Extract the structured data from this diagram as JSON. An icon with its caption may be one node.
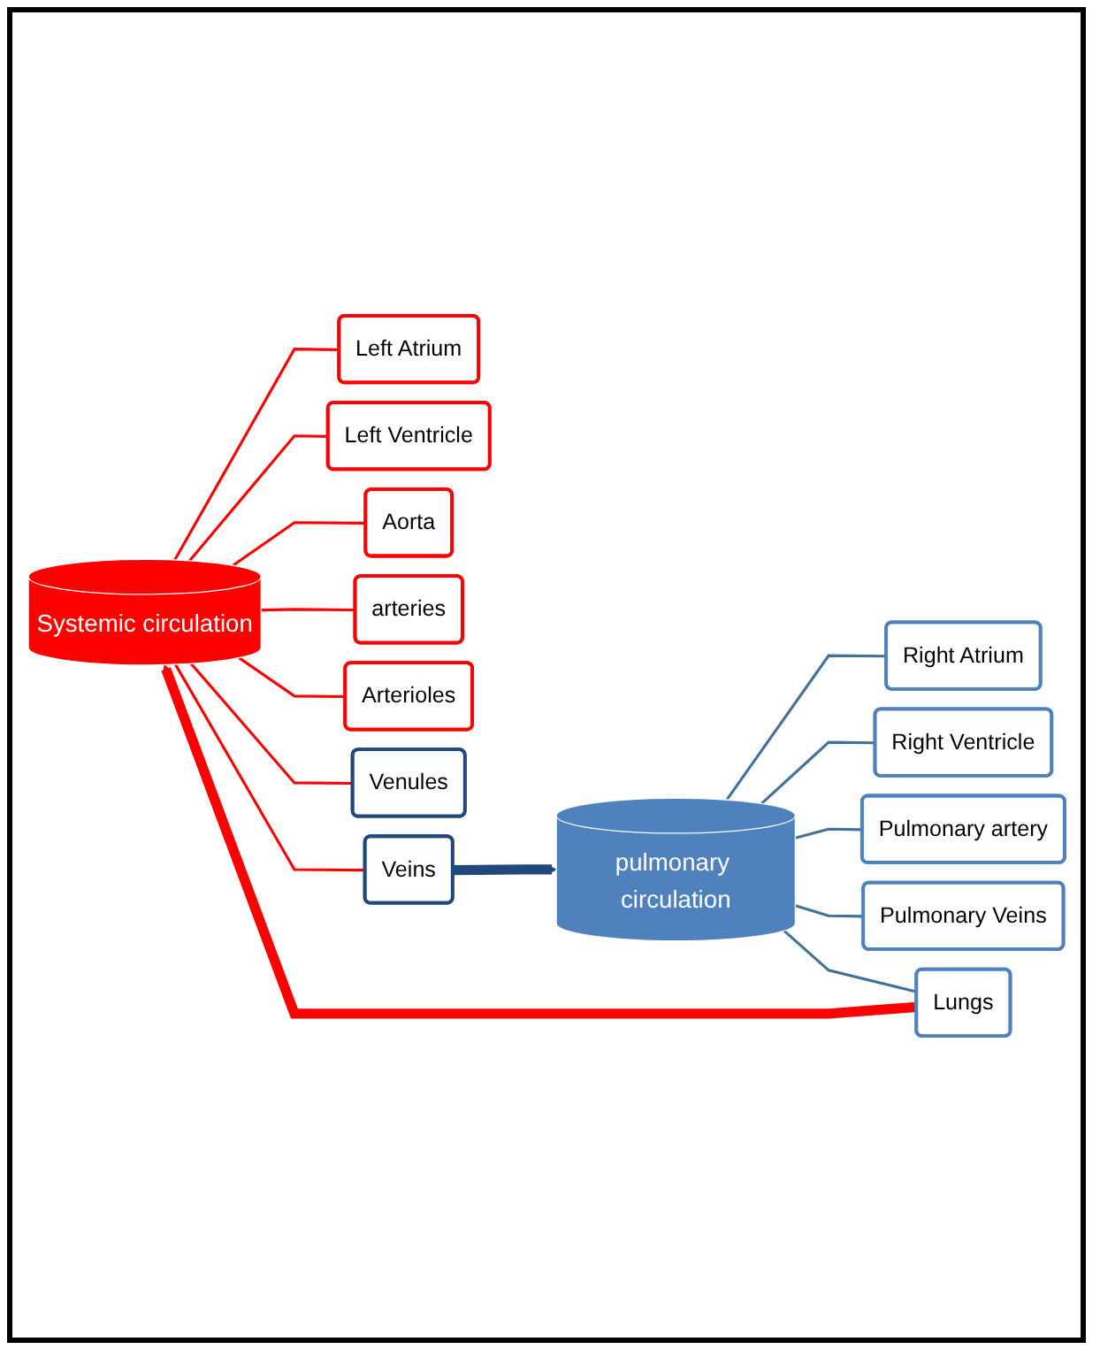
{
  "diagram": {
    "nodes": [
      {
        "text": [
          "Systemic circulation"
        ]
      },
      {
        "text": [
          "Left Atrium"
        ]
      },
      {
        "text": [
          "Left Ventricle"
        ]
      },
      {
        "text": [
          "Aorta"
        ]
      },
      {
        "text": [
          "arteries"
        ]
      },
      {
        "text": [
          "Arterioles"
        ]
      },
      {
        "text": [
          "Venules"
        ]
      },
      {
        "text": [
          "Veins"
        ]
      },
      {
        "text": [
          "pulmonary circulation"
        ]
      },
      {
        "text": [
          "Right Atrium"
        ]
      },
      {
        "text": [
          "Right Ventricle"
        ]
      },
      {
        "text": [
          "Pulmonary artery"
        ]
      },
      {
        "text": [
          "Pulmonary  Veins"
        ]
      },
      {
        "text": [
          "Lungs"
        ]
      }
    ],
    "edges": [
      {
        "from": 0,
        "to": 1,
        "arrow": "none"
      },
      {
        "from": 0,
        "to": 2,
        "arrow": "none"
      },
      {
        "from": 0,
        "to": 3,
        "arrow": "none"
      },
      {
        "from": 0,
        "to": 4,
        "arrow": "none"
      },
      {
        "from": 0,
        "to": 5,
        "arrow": "none"
      },
      {
        "from": 0,
        "to": 6,
        "arrow": "none"
      },
      {
        "from": 0,
        "to": 7,
        "arrow": "none"
      },
      {
        "from": 7,
        "to": 8,
        "arrow": "to",
        "style": "thick",
        "color": "#1f497d"
      },
      {
        "from": 8,
        "to": 9,
        "arrow": "none",
        "color": "#41719c"
      },
      {
        "from": 8,
        "to": 10,
        "arrow": "none",
        "color": "#41719c"
      },
      {
        "from": 8,
        "to": 11,
        "arrow": "none",
        "color": "#41719c"
      },
      {
        "from": 8,
        "to": 12,
        "arrow": "none",
        "color": "#41719c"
      },
      {
        "from": 8,
        "to": 13,
        "arrow": "none",
        "color": "#41719c"
      },
      {
        "from": 13,
        "to": 0,
        "arrow": "to",
        "style": "thick"
      }
    ]
  }
}
